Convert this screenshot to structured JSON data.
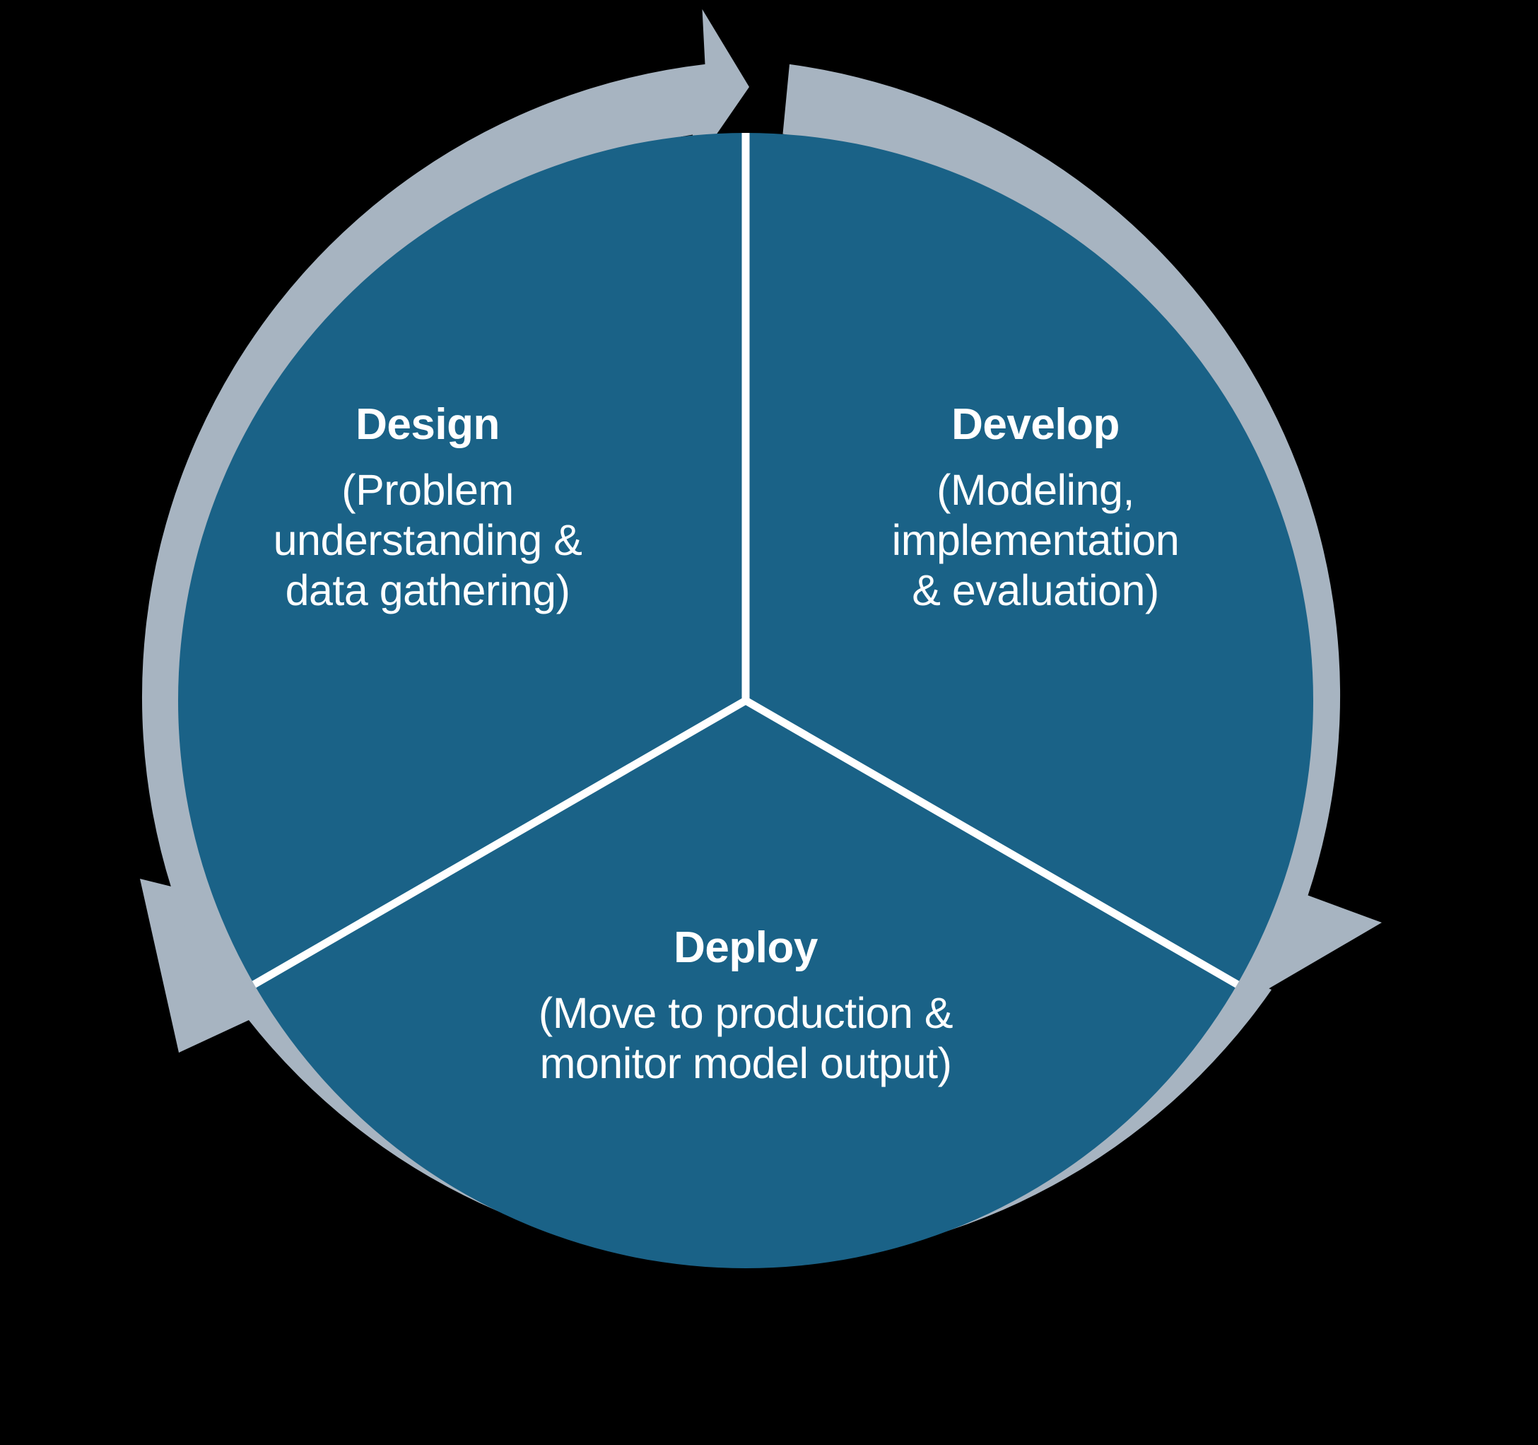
{
  "diagram": {
    "type": "three-phase-cycle",
    "shape": "pie-with-circular-arrow-ring",
    "background_color": "#000000",
    "segment_fill_color": "#1a6287",
    "ring_color": "#a7b4c1",
    "divider_color": "#ffffff",
    "text_color": "#ffffff",
    "arrow_direction": "clockwise",
    "arrow_count": 3,
    "segments": [
      {
        "id": "design",
        "title": "Design",
        "description_lines": [
          "(Problem",
          "understanding &",
          "data gathering)"
        ],
        "position": "upper-left"
      },
      {
        "id": "develop",
        "title": "Develop",
        "description_lines": [
          "(Modeling,",
          "implementation",
          "& evaluation)"
        ],
        "position": "upper-right"
      },
      {
        "id": "deploy",
        "title": "Deploy",
        "description_lines": [
          "(Move to production &",
          "monitor model output)"
        ],
        "position": "bottom"
      }
    ]
  }
}
